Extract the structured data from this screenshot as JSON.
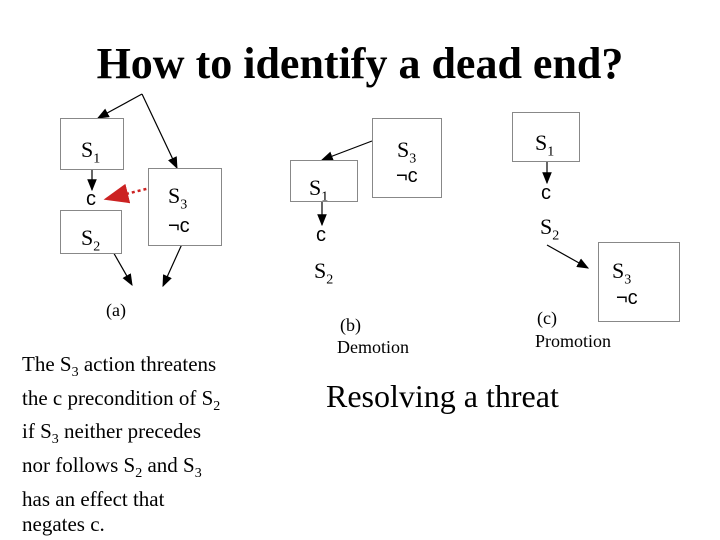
{
  "title": "How to identify a dead end?",
  "panel_a": {
    "s1_base": "S",
    "s1_sub": "1",
    "c": "c",
    "s3_base": "S",
    "s3_sub": "3",
    "s2_base": "S",
    "s2_sub": "2",
    "notc": "¬c",
    "caption": "(a)"
  },
  "panel_b": {
    "s3_base": "S",
    "s3_sub": "3",
    "notc": "¬c",
    "s1_base": "S",
    "s1_sub": "1",
    "c": "c",
    "s2_base": "S",
    "s2_sub": "2",
    "caption_1": "(b)",
    "caption_2": "Demotion"
  },
  "panel_c": {
    "s1_base": "S",
    "s1_sub": "1",
    "c": "c",
    "s2_base": "S",
    "s2_sub": "2",
    "s3_base": "S",
    "s3_sub": "3",
    "notc": "¬c",
    "caption_1": "(c)",
    "caption_2": "Promotion"
  },
  "explanation": {
    "l1a": "The S",
    "l1s": "3",
    "l1b": " action threatens",
    "l2a": "the c precondition of S",
    "l2s": "2",
    "l3a": "if S",
    "l3s": "3",
    "l3b": " neither precedes",
    "l4a": "nor follows S",
    "l4s": "2",
    "l4b": " and S",
    "l4s2": "3",
    "l5": "has an effect that",
    "l6": "negates c."
  },
  "resolving": "Resolving a threat",
  "colors": {
    "threat_arrow": "#cc2222",
    "box_border": "#888888"
  }
}
